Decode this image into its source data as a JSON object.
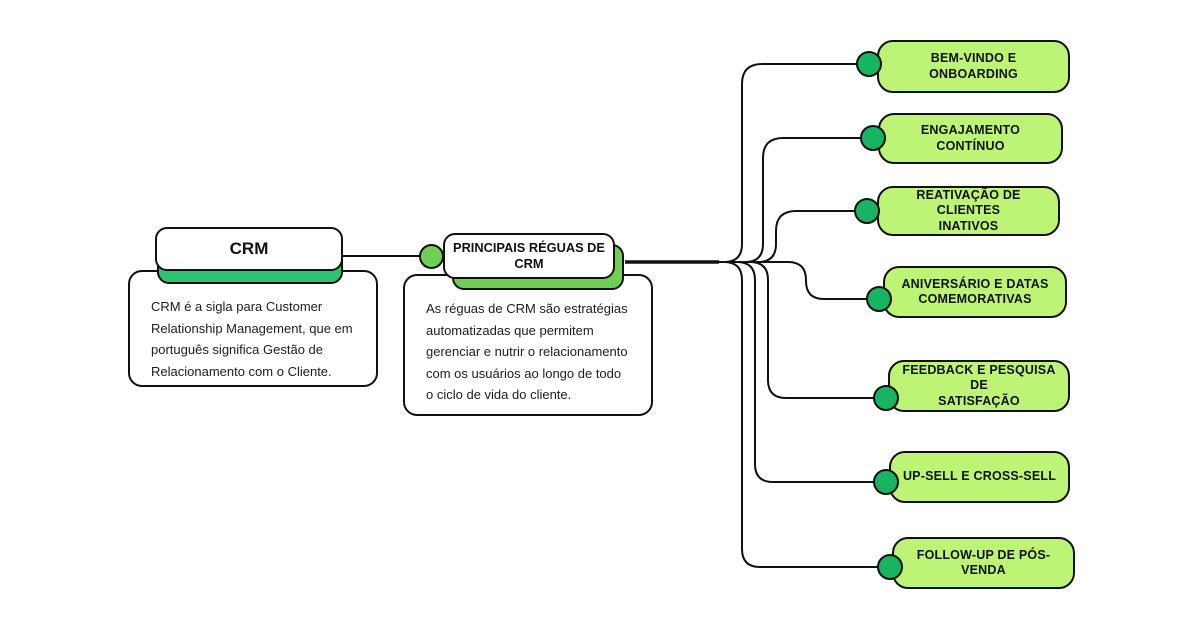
{
  "colors": {
    "background": "#ffffff",
    "line": "#111111",
    "node_border": "#111111",
    "text": "#111111",
    "branch_fill": "#bdf475",
    "branch_dot": "#17b461",
    "root_shadow": "#2ec46f",
    "hub_shadow": "#6ed154"
  },
  "root": {
    "title": "CRM",
    "description": "CRM é a sigla para Customer Relationship Management, que em português significa Gestão de Relacionamento com o Cliente."
  },
  "hub": {
    "title": "PRINCIPAIS RÉGUAS DE\nCRM",
    "description": "As réguas de CRM são estratégias automatizadas que permitem gerenciar e nutrir o relacionamento com os usuários ao longo de todo o ciclo de vida do cliente."
  },
  "branches": [
    {
      "label": "BEM-VINDO E\nONBOARDING"
    },
    {
      "label": "ENGAJAMENTO\nCONTÍNUO"
    },
    {
      "label": "REATIVAÇÃO DE CLIENTES\nINATIVOS"
    },
    {
      "label": "ANIVERSÁRIO E DATAS\nCOMEMORATIVAS"
    },
    {
      "label": "FEEDBACK E PESQUISA DE\nSATISFAÇÃO"
    },
    {
      "label": "UP-SELL E CROSS-SELL"
    },
    {
      "label": "FOLLOW-UP DE PÓS-\nVENDA"
    }
  ]
}
